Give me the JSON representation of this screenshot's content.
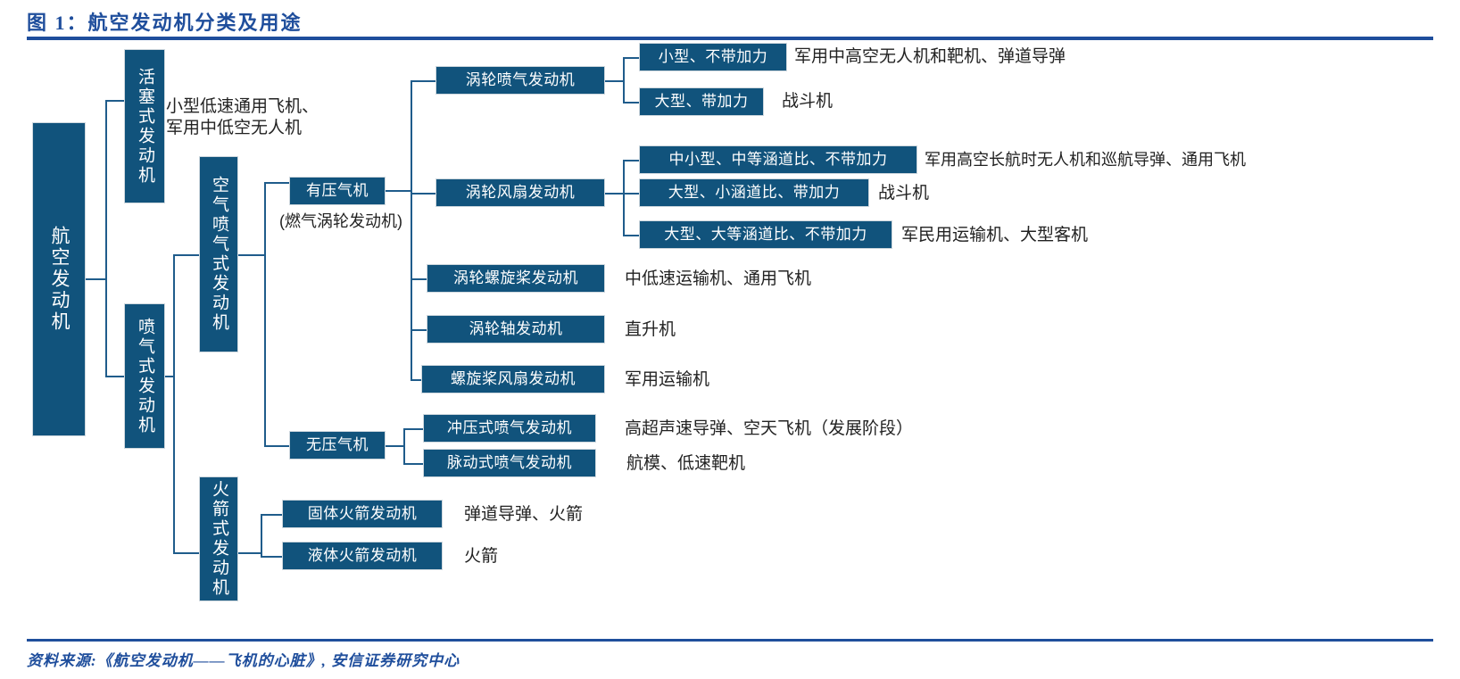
{
  "header": {
    "title": "图 1：航空发动机分类及用途"
  },
  "footer": {
    "source": "资料来源:《航空发动机——飞机的心脏》, 安信证券研究中心"
  },
  "colors": {
    "node_fill": "#11537c",
    "node_text": "#ffffff",
    "accent": "#1f4e9c",
    "connector": "#1f5c8b",
    "caption_text": "#222222"
  },
  "tree": {
    "root": {
      "label": "航空发动机"
    },
    "level1": [
      {
        "label": "活塞式发动机",
        "usage": "小型低速通用飞机、\n军用中低空无人机"
      },
      {
        "label": "喷气式发动机"
      }
    ],
    "level2": [
      {
        "label": "空气喷气式发动机"
      },
      {
        "label": "火箭式发动机"
      }
    ],
    "level3": [
      {
        "label": "有压气机",
        "sublabel": "(燃气涡轮发动机)"
      },
      {
        "label": "无压气机"
      }
    ],
    "turbo_group": [
      {
        "label": "涡轮喷气发动机"
      },
      {
        "label": "涡轮风扇发动机"
      },
      {
        "label": "涡轮螺旋桨发动机",
        "usage": "中低速运输机、通用飞机"
      },
      {
        "label": "涡轮轴发动机",
        "usage": "直升机"
      },
      {
        "label": "螺旋桨风扇发动机",
        "usage": "军用运输机"
      }
    ],
    "turbojet_variants": [
      {
        "label": "小型、不带加力",
        "usage": "军用中高空无人机和靶机、弹道导弹"
      },
      {
        "label": "大型、带加力",
        "usage": "战斗机"
      }
    ],
    "turbofan_variants": [
      {
        "label": "中小型、中等涵道比、不带加力",
        "usage": "军用高空长航时无人机和巡航导弹、通用飞机"
      },
      {
        "label": "大型、小涵道比、带加力",
        "usage": "战斗机"
      },
      {
        "label": "大型、大等涵道比、不带加力",
        "usage": "军民用运输机、大型客机"
      }
    ],
    "no_compressor_group": [
      {
        "label": "冲压式喷气发动机",
        "usage": "高超声速导弹、空天飞机（发展阶段）"
      },
      {
        "label": "脉动式喷气发动机",
        "usage": "航模、低速靶机"
      }
    ],
    "rocket_group": [
      {
        "label": "固体火箭发动机",
        "usage": "弹道导弹、火箭"
      },
      {
        "label": "液体火箭发动机",
        "usage": "火箭"
      }
    ]
  }
}
